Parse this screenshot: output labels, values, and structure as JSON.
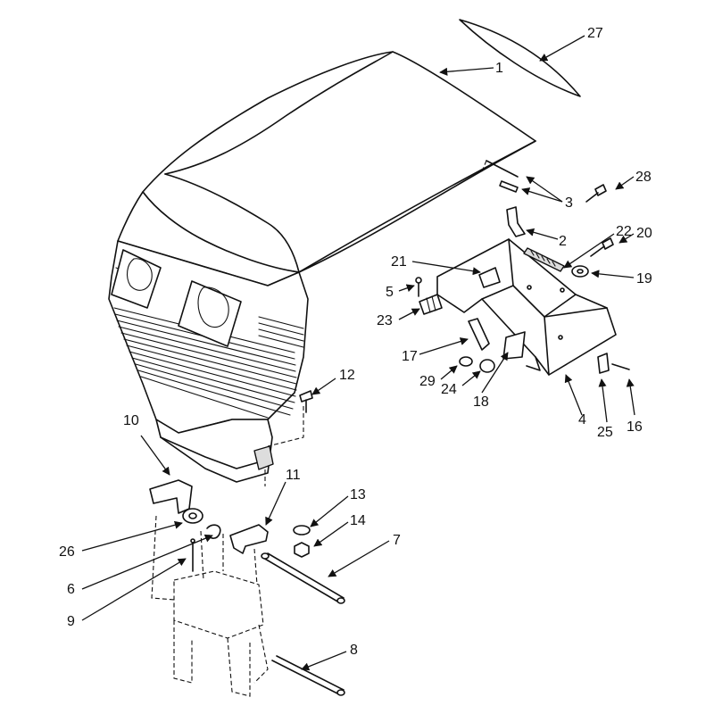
{
  "diagram": {
    "callouts": [
      {
        "id": "c1",
        "text": "1"
      },
      {
        "id": "c2",
        "text": "2"
      },
      {
        "id": "c3",
        "text": "3"
      },
      {
        "id": "c4",
        "text": "4"
      },
      {
        "id": "c5",
        "text": "5"
      },
      {
        "id": "c6",
        "text": "6"
      },
      {
        "id": "c7",
        "text": "7"
      },
      {
        "id": "c8",
        "text": "8"
      },
      {
        "id": "c9",
        "text": "9"
      },
      {
        "id": "c10",
        "text": "10"
      },
      {
        "id": "c11",
        "text": "11"
      },
      {
        "id": "c12",
        "text": "12"
      },
      {
        "id": "c13",
        "text": "13"
      },
      {
        "id": "c14",
        "text": "14"
      },
      {
        "id": "c16",
        "text": "16"
      },
      {
        "id": "c17",
        "text": "17"
      },
      {
        "id": "c18",
        "text": "18"
      },
      {
        "id": "c19",
        "text": "19"
      },
      {
        "id": "c20",
        "text": "20"
      },
      {
        "id": "c21",
        "text": "21"
      },
      {
        "id": "c22",
        "text": "22"
      },
      {
        "id": "c23",
        "text": "23"
      },
      {
        "id": "c24",
        "text": "24"
      },
      {
        "id": "c25",
        "text": "25"
      },
      {
        "id": "c26",
        "text": "26"
      },
      {
        "id": "c27",
        "text": "27"
      },
      {
        "id": "c28",
        "text": "28"
      },
      {
        "id": "c29",
        "text": "29"
      }
    ]
  }
}
